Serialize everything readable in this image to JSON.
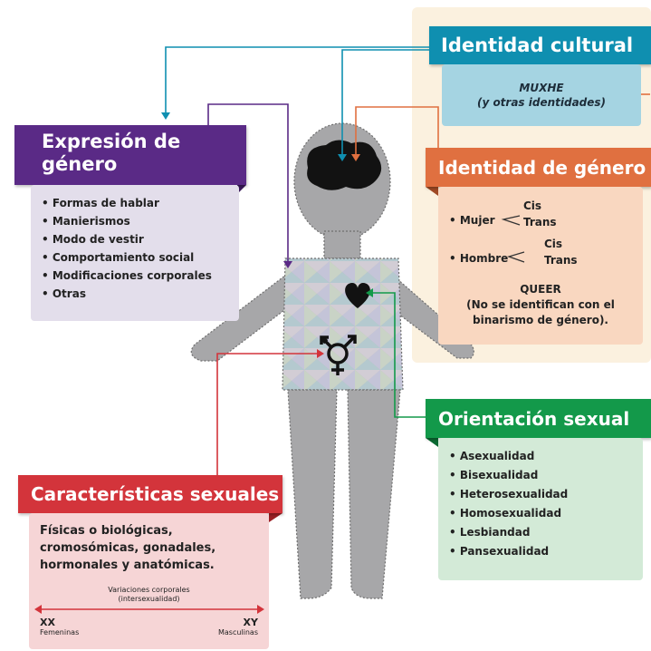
{
  "colors": {
    "cultural": "#0f8fb0",
    "genero": "#e07040",
    "expresion": "#5a2a86",
    "orientacion": "#13994a",
    "caracteristicas": "#d3343b",
    "figure": "#a7a7a9"
  },
  "cultural": {
    "title": "Identidad cultural",
    "line1": "MUXHE",
    "line2": "(y otras identidades)"
  },
  "genero": {
    "title": "Identidad de género",
    "mujer": "• Mujer",
    "hombre": "• Hombre",
    "cis": "Cis",
    "trans": "Trans",
    "queer_title": "QUEER",
    "queer_line1": "(No se identifican con el",
    "queer_line2": "binarismo de género)."
  },
  "expresion": {
    "title_line1": "Expresión de",
    "title_line2": "género",
    "items": [
      "Formas de hablar",
      "Manierismos",
      "Modo de vestir",
      "Comportamiento social",
      "Modificaciones corporales",
      "Otras"
    ]
  },
  "orientacion": {
    "title": "Orientación sexual",
    "items": [
      "Asexualidad",
      "Bisexualidad",
      "Heterosexualidad",
      "Homosexualidad",
      "Lesbiandad",
      "Pansexualidad"
    ]
  },
  "caracteristicas": {
    "title": "Características sexuales",
    "line1": "Físicas o biológicas,",
    "line2": "cromosómicas, gonadales,",
    "line3": "hormonales y anatómicas.",
    "variation_line1": "Variaciones corporales",
    "variation_line2": "(intersexualidad)",
    "xx": "XX",
    "xx_label": "Femeninas",
    "xy": "XY",
    "xy_label": "Masculinas"
  },
  "icons": {
    "heart": "heart-icon",
    "brain": "brain-icon",
    "transgender": "transgender-symbol-icon"
  }
}
